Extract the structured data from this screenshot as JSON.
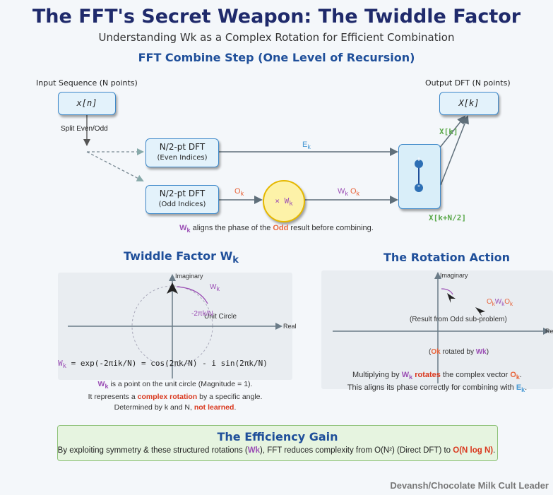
{
  "header": {
    "title": "The FFT's Secret Weapon: The Twiddle Factor",
    "subtitle": "Understanding Wk as a Complex Rotation for Efficient Combination",
    "section_title": "FFT Combine Step (One Level of Recursion)"
  },
  "combine": {
    "input_label": "Input Sequence (N points)",
    "input_box": "x[n]",
    "split_label": "Split Even/Odd",
    "even_box_title": "N/2-pt DFT",
    "even_box_sub": "(Even Indices)",
    "odd_box_title": "N/2-pt DFT",
    "odd_box_sub": "(Odd Indices)",
    "e_label": "E",
    "e_sub": "k",
    "o_label": "O",
    "o_sub": "k",
    "twiddle_node": "× W",
    "twiddle_node_sub": "k",
    "w_label": "W",
    "w_sub": "k",
    "wo_label": "O",
    "wo_sub": "k",
    "plus_sign": "+",
    "minus_sign": "-",
    "output_label": "Output DFT (N points)",
    "output_box": "X[k]",
    "out_top": "X[k]",
    "out_bottom": "X[k+N/2]",
    "note_w": "W",
    "note_w_sub": "k",
    "note_text1": " aligns the phase of the ",
    "note_odd": "Odd",
    "note_text2": " result before combining."
  },
  "twiddle": {
    "heading": "Twiddle Factor W",
    "heading_sub": "k",
    "imag_label": "Imaginary",
    "real_label": "Real",
    "unit_circle_label": "Unit Circle",
    "angle_label": "-2πk/N",
    "w_label": "W",
    "w_sub": "k",
    "formula_w": "W",
    "formula_sub": "k",
    "formula_rest": " = exp(-2πik/N) = cos(2πk/N) - i sin(2πk/N)",
    "desc1_w": "W",
    "desc1_sub": "k",
    "desc1_rest": " is a point on the unit circle (Magnitude = 1).",
    "desc2_a": "It represents a ",
    "desc2_b": "complex rotation",
    "desc2_c": " by a specific angle.",
    "desc3_a": "Determined by k and N, ",
    "desc3_b": "not learned",
    "desc3_c": "."
  },
  "rotation": {
    "heading": "The Rotation Action",
    "imag_label": "Imaginary",
    "real_label": "Re",
    "o_label": "O",
    "o_sub": "k",
    "w_label": "W",
    "w_sub": "k",
    "wo_label": "O",
    "wo_sub": "k",
    "result_label": "(Result from Odd sub-problem)",
    "rotated_a": "(",
    "rotated_ok": "Ok",
    "rotated_b": " rotated by ",
    "rotated_wk": "Wk",
    "rotated_c": ")",
    "desc1_a": "Multiplying by ",
    "desc1_w": "W",
    "desc1_sub": "k",
    "desc1_b": " rotates",
    "desc1_c": " the complex vector ",
    "desc1_o": "O",
    "desc1_osub": "k",
    "desc1_d": ".",
    "desc2_a": "This aligns its phase correctly for combining with ",
    "desc2_e": "E",
    "desc2_esub": "k",
    "desc2_b": "."
  },
  "efficiency": {
    "heading": "The Efficiency Gain",
    "text_a": "By exploiting symmetry & these structured rotations (",
    "text_wk": "Wk",
    "text_b": "), FFT reduces complexity from O(N²) (Direct DFT) to ",
    "text_nlogn": "O(N log N)",
    "text_c": "."
  },
  "footer": {
    "credit": "Devansh/Chocolate Milk Cult Leader"
  },
  "colors": {
    "title": "#1f2a6b",
    "heading": "#1f4f9a",
    "even": "#4a9ad4",
    "odd": "#e8643a",
    "twiddle": "#9b4fb5",
    "output": "#5aa84a",
    "red": "#d9381e"
  }
}
